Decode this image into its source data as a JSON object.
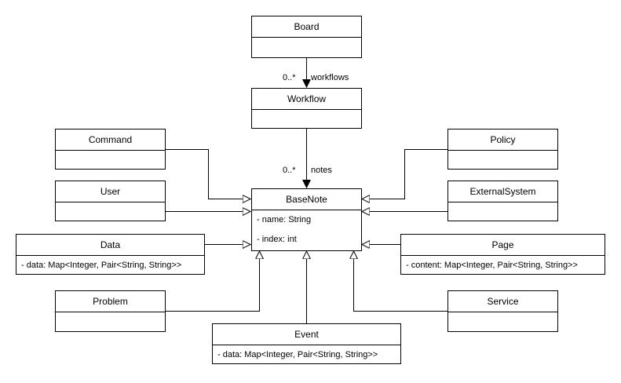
{
  "classes": {
    "board": {
      "name": "Board",
      "attributes": []
    },
    "workflow": {
      "name": "Workflow",
      "attributes": []
    },
    "command": {
      "name": "Command",
      "attributes": []
    },
    "user": {
      "name": "User",
      "attributes": []
    },
    "data": {
      "name": "Data",
      "attributes": [
        "- data: Map<Integer, Pair<String, String>>"
      ]
    },
    "problem": {
      "name": "Problem",
      "attributes": []
    },
    "event": {
      "name": "Event",
      "attributes": [
        "- data: Map<Integer, Pair<String, String>>"
      ]
    },
    "basenote": {
      "name": "BaseNote",
      "attributes": [
        "- name: String",
        "- index: int"
      ]
    },
    "policy": {
      "name": "Policy",
      "attributes": []
    },
    "externalsystem": {
      "name": "ExternalSystem",
      "attributes": []
    },
    "page": {
      "name": "Page",
      "attributes": [
        "- content: Map<Integer, Pair<String, String>>"
      ]
    },
    "service": {
      "name": "Service",
      "attributes": []
    }
  },
  "associations": {
    "board_workflow": {
      "multiplicity": "0..*",
      "role": "workflows"
    },
    "workflow_basenote": {
      "multiplicity": "0..*",
      "role": "notes"
    }
  }
}
